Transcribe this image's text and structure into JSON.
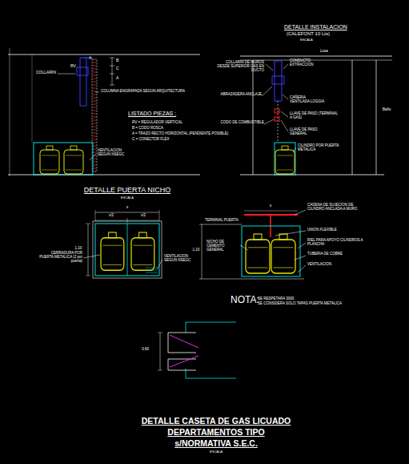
{
  "diagram": {
    "title": "DETALLE CASETA DE GAS LICUADO",
    "labels": [
      "DETALLE INSTALACION",
      "(CALEFONT 10 Lts)",
      "ESCALA",
      "Losa",
      "Baño",
      "COLLARIN DE MUROS DESDE SUPERIOR GAS EN DUCTO",
      "CONDUCTO EXTRACCION",
      "ABRAZADERA ANCLAJE",
      "CAÑERIA VENTILADA LOGGIA",
      "CODO DE COMBUSTIBLE",
      "LLAVE DE PASO (TERMINAL A GAS)",
      "LLAVE DE PASO GENERAL",
      "CILINDRO POR PUERTA METALICA",
      "COLLARIN",
      "RV",
      "A",
      "B",
      "C",
      "A",
      "COLUMNA ENGRAPADA SEGUN ARQUITECTURA",
      "LISTADO PIEZAS :",
      "RV = REGULADOR VERTICAL",
      "B = CODO ROSCA",
      "A = TRAZO RECTO HORIZONTAL (PENDIENTE POSIBLE)",
      "C = CONECTOR FLEX",
      "VENTILACION SEGUN NSEGC",
      "DETALLE PUERTA NICHO",
      "ESCALA",
      "x",
      "x/2",
      "x/2",
      "1.10",
      "CERRADURA POR PUERTA METALICA (2 por puerta)",
      "VENTILACION SEGUN NSEGC",
      "x",
      "TERMINAL PUERTA",
      "NICHO DE CEMENTO GENERAL",
      "1.10",
      "CADENA DE SUJECION DE CILINDRO ANCLADA A MURO",
      "UNION FLEXIBLE",
      "RIEL PARA APOYO CILINDROS A PLANCHA",
      "TUBERIA DE COBRE",
      "VENTILACION",
      "NOTA:",
      "SE RESPETARA 3000",
      "SE CONSIDERA SOLO TAPAS PUERTA METALICA",
      "0.60",
      "DEPARTAMENTOS TIPO",
      "s/NORMATIVA S.E.C.",
      "ESCALA"
    ]
  }
}
